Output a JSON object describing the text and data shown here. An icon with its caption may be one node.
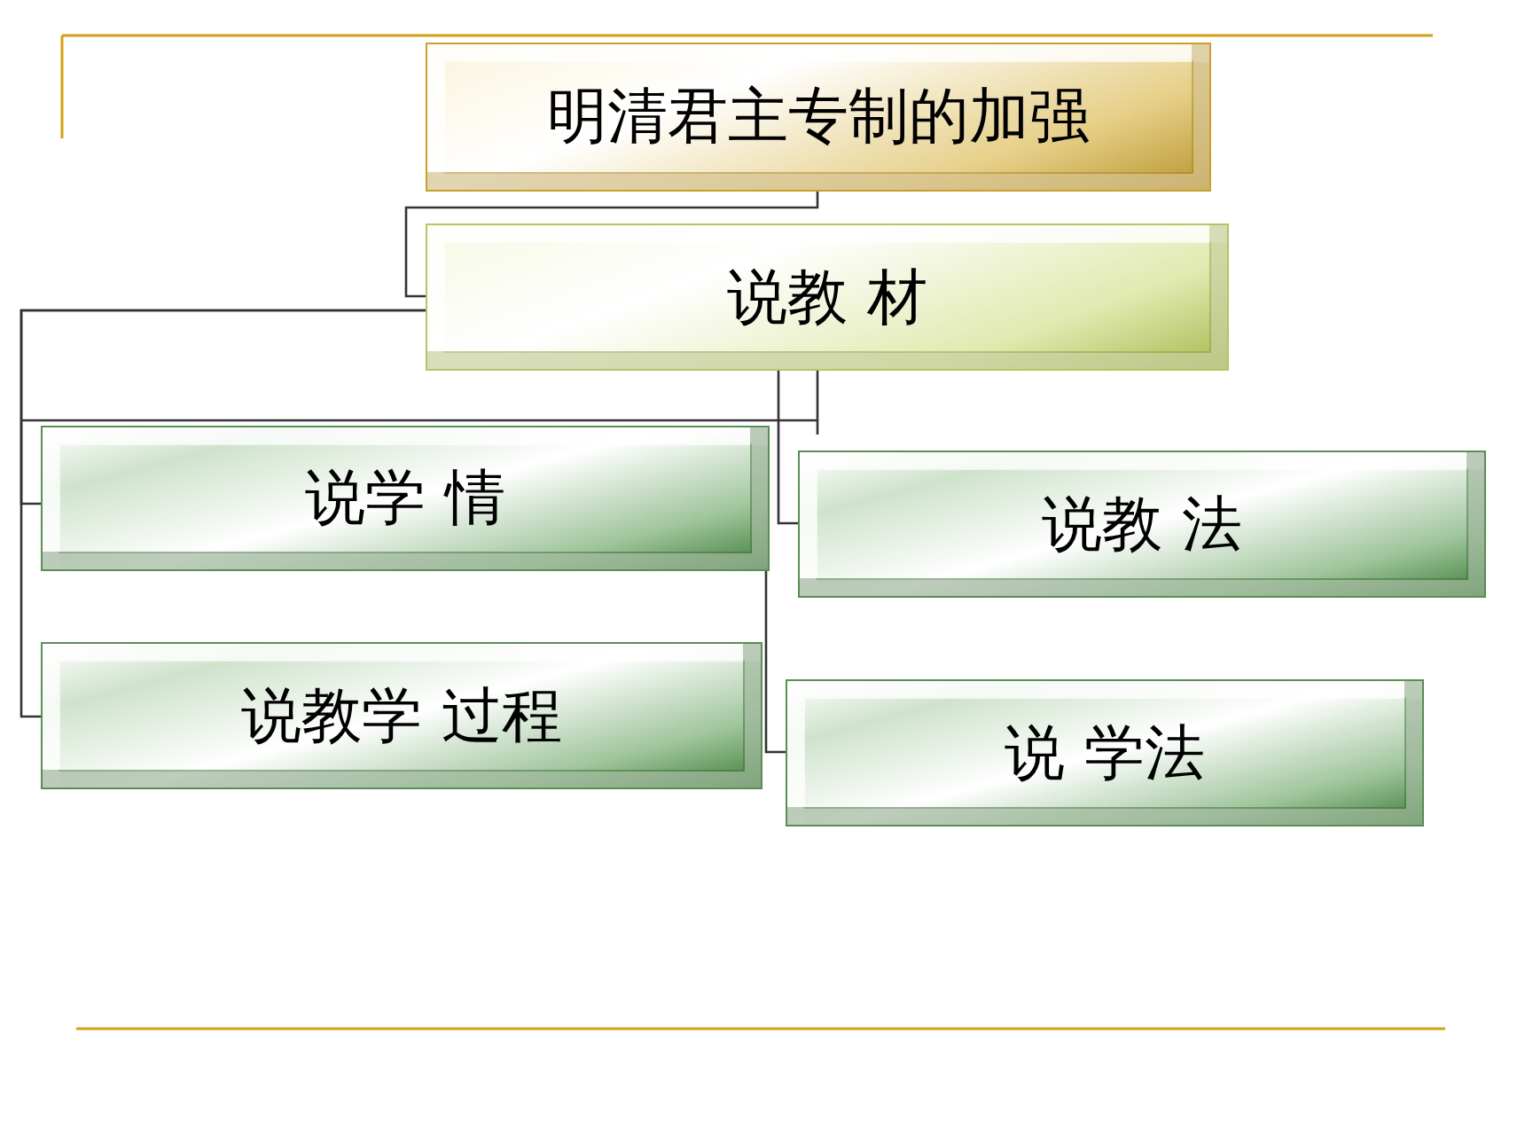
{
  "diagram": {
    "nodes": [
      {
        "text": [
          "明清君主专制的加强"
        ]
      },
      {
        "text": [
          "说教 材"
        ]
      },
      {
        "text": [
          "说学 情"
        ]
      },
      {
        "text": [
          "说教学 过程"
        ]
      },
      {
        "text": [
          "说教 法"
        ]
      },
      {
        "text": [
          "说 学法"
        ]
      }
    ],
    "edges": [
      {
        "from": 0,
        "to": 1,
        "arrow": "none"
      },
      {
        "from": 1,
        "to": 2,
        "arrow": "none"
      },
      {
        "from": 1,
        "to": 3,
        "arrow": "none"
      },
      {
        "from": 1,
        "to": 4,
        "arrow": "none"
      },
      {
        "from": 2,
        "to": 5,
        "arrow": "none"
      }
    ]
  }
}
